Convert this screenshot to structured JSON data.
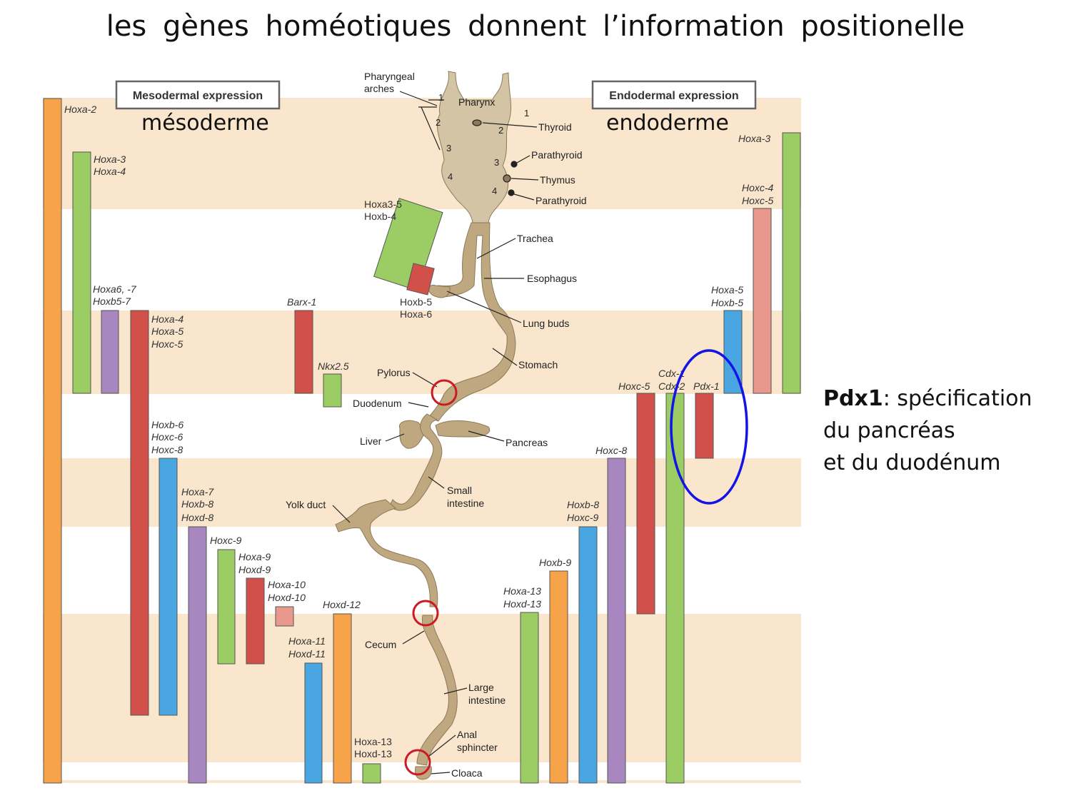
{
  "slide": {
    "title": "les gènes homéotiques donnent l’information positionelle",
    "mesoderm_overlay": "mésoderme",
    "endoderm_overlay": "endoderme",
    "note": {
      "gene": "Pdx1",
      "line1_rest": ": spécification",
      "line2": "du pancréas",
      "line3": "et du duodénum"
    }
  },
  "figure": {
    "header_left": "Mesodermal expression",
    "header_right": "Endodermal expression",
    "colors": {
      "band": "#f9e6cc",
      "gut": "#bfa77f",
      "gut_light": "#d4c4a6",
      "orange": "#f6a34a",
      "green": "#9ccd64",
      "purple": "#a886c0",
      "red": "#d1514a",
      "blue": "#49a6e0",
      "pink": "#e8988c",
      "circle_red": "#cc1a24",
      "circle_blue": "#1414e6"
    },
    "gene_labels": [
      "Hoxa-2",
      "Hoxa-3",
      "Hoxa-4",
      "Hoxa6, -7",
      "Hoxb5-7",
      "Hoxa-4",
      "Hoxa-5",
      "Hoxc-5",
      "Hoxb-6",
      "Hoxc-6",
      "Hoxc-8",
      "Hoxa-7",
      "Hoxb-8",
      "Hoxd-8",
      "Hoxc-9",
      "Hoxa-9",
      "Hoxd-9",
      "Hoxa-10",
      "Hoxd-10",
      "Hoxd-12",
      "Hoxa-11",
      "Hoxd-11",
      "Barx-1",
      "Nkx2.5",
      "Hoxa3-5",
      "Hoxb-4",
      "Hoxb-5",
      "Hoxa-6",
      "Hoxa-13",
      "Hoxd-13",
      "Hoxa-3",
      "Hoxc-4",
      "Hoxc-5",
      "Hoxa-5",
      "Hoxb-5",
      "Cdx-1",
      "Hoxc-5",
      "Cdx-2",
      "Pdx-1",
      "Hoxc-8",
      "Hoxb-8",
      "Hoxc-9",
      "Hoxb-9",
      "Hoxa-13",
      "Hoxd-13"
    ],
    "anatomy_labels": [
      "Pharyngeal",
      "arches",
      "Pharynx",
      "Thyroid",
      "Parathyroid",
      "Thymus",
      "Parathyroid",
      "Trachea",
      "Esophagus",
      "Lung buds",
      "Stomach",
      "Pylorus",
      "Duodenum",
      "Liver",
      "Pancreas",
      "Small",
      "intestine",
      "Yolk duct",
      "Cecum",
      "Large",
      "intestine",
      "Anal",
      "sphincter",
      "Cloaca"
    ],
    "arch_numbers": [
      "1",
      "2",
      "3",
      "4",
      "1",
      "2",
      "3",
      "4"
    ]
  }
}
